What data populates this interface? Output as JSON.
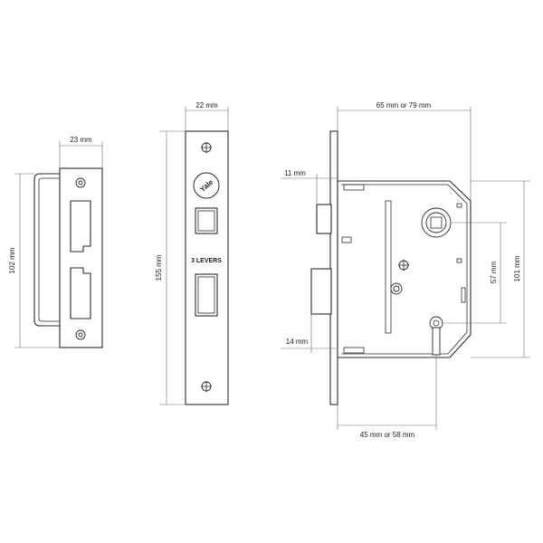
{
  "strike_plate": {
    "width_label": "23 mm",
    "height_label": "102 mm"
  },
  "forend": {
    "width_label": "22 mm",
    "height_label": "155 mm",
    "brand_text": "Yale",
    "levers_text": "3 LEVERS"
  },
  "lock_body": {
    "case_depth_label": "65 mm or 79 mm",
    "latch_projection_label": "11 mm",
    "bolt_projection_label": "14 mm",
    "backset_label": "45 mm or 58 mm",
    "centres_label": "57 mm",
    "body_height_label": "101 mm"
  },
  "colors": {
    "line": "#2b2b2b",
    "dimension_line": "#6a6a6a",
    "background": "#ffffff"
  }
}
